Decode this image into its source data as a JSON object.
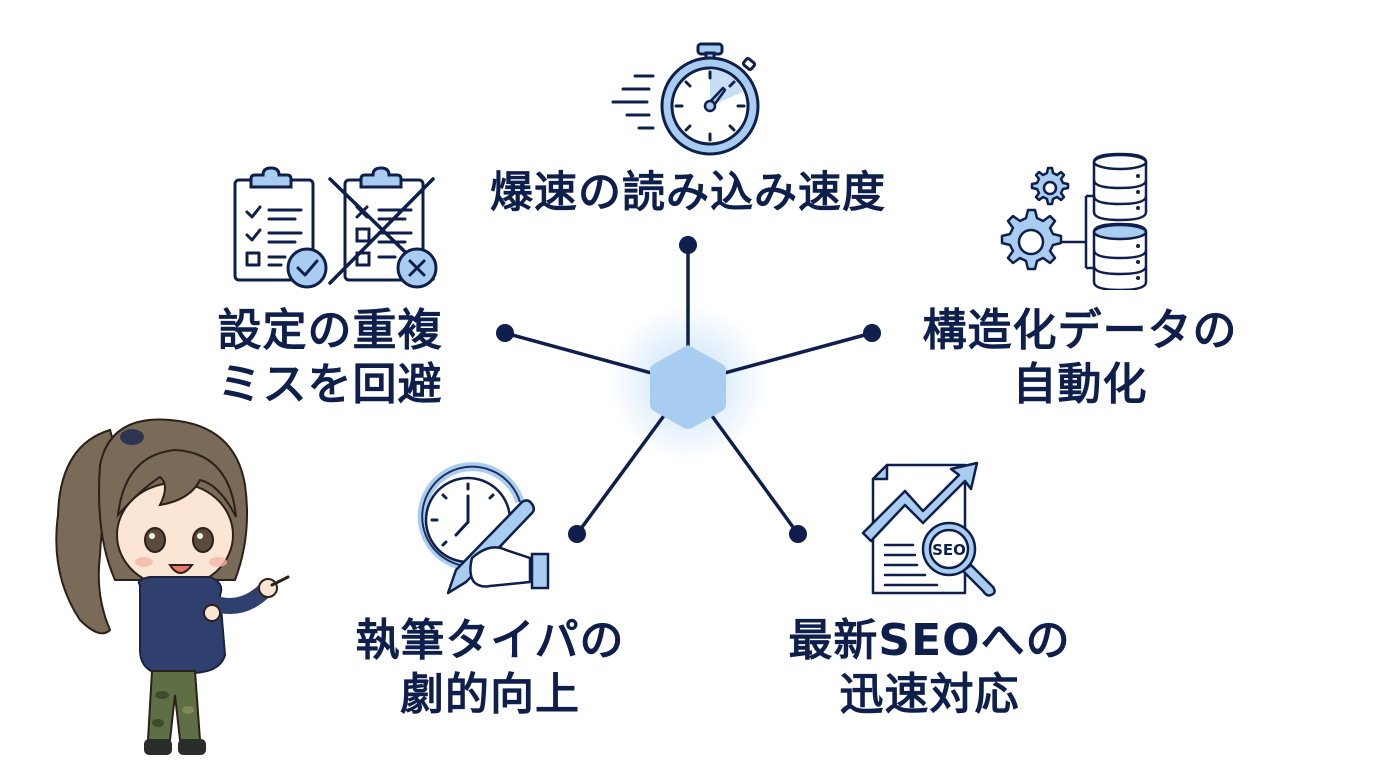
{
  "diagram": {
    "type": "hub-and-spoke",
    "center": {
      "shape": "hexagon",
      "color": "#a9cdf0"
    },
    "colors": {
      "text": "#0f1f4b",
      "line": "#0f1f4b",
      "icon_fill": "#a9cdf0",
      "icon_stroke": "#0f1f4b"
    },
    "nodes": [
      {
        "id": "speed",
        "icon": "stopwatch-icon",
        "lines": [
          "爆速の読み込み速度"
        ]
      },
      {
        "id": "settings",
        "icon": "clipboard-checklist-icon",
        "lines": [
          "設定の重複",
          "ミスを回避"
        ]
      },
      {
        "id": "structured-data",
        "icon": "gears-database-icon",
        "lines": [
          "構造化データの",
          "自動化"
        ]
      },
      {
        "id": "writing",
        "icon": "clock-writing-hand-icon",
        "lines": [
          "執筆タイパの",
          "劇的向上"
        ]
      },
      {
        "id": "seo",
        "icon": "seo-growth-document-icon",
        "lines": [
          "最新SEOへの",
          "迅速対応"
        ]
      }
    ]
  },
  "character": {
    "description": "chibi girl with ponytail, navy hoodie, camo pants, pointing right"
  }
}
